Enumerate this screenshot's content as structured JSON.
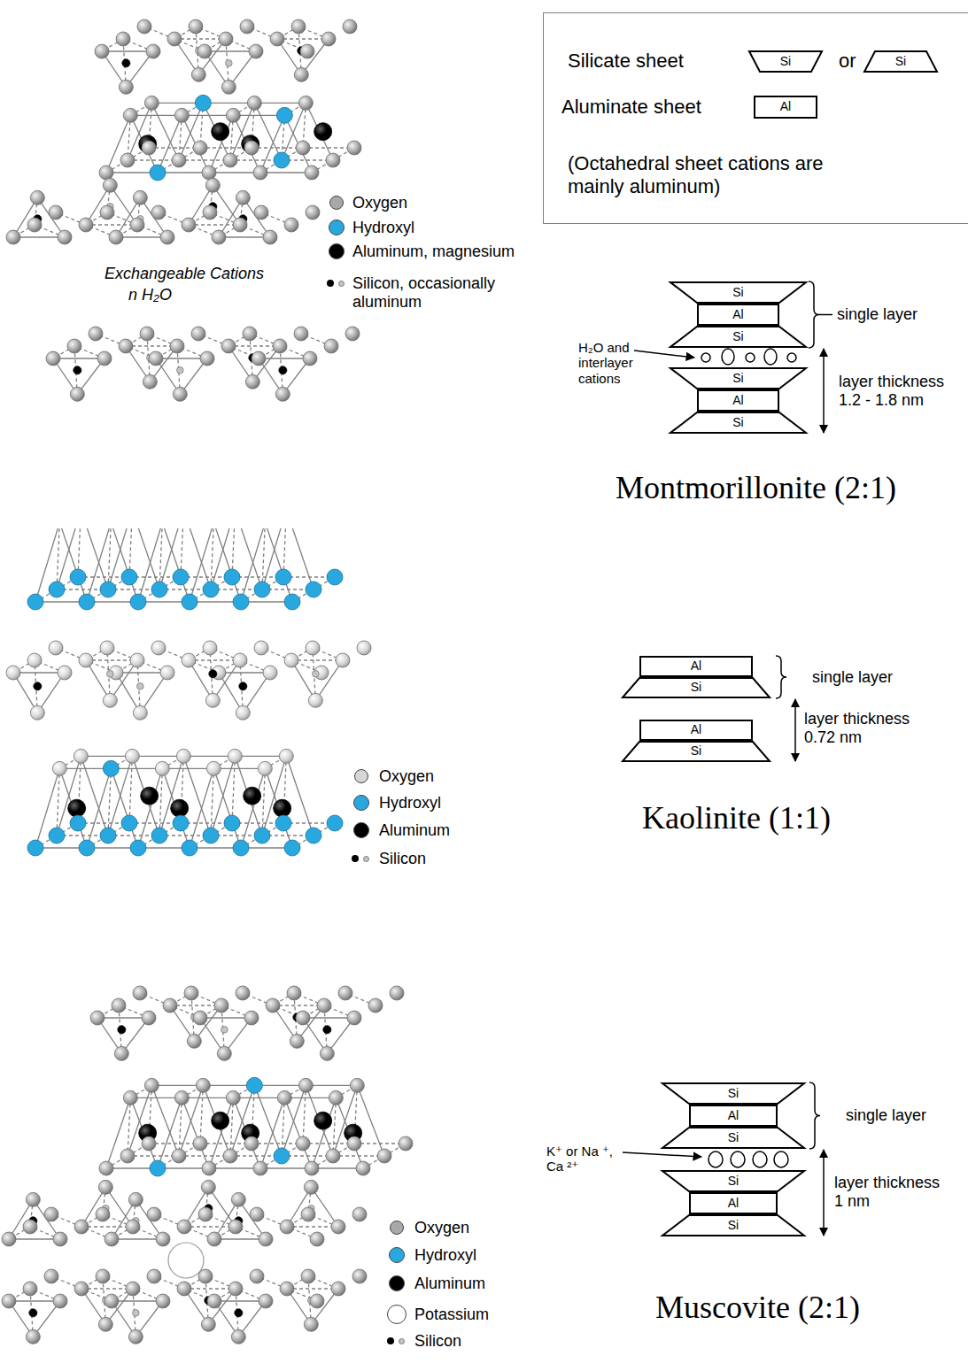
{
  "diagram": {
    "nodes": [
      {
        "text": [
          "Silicate sheet",
          "or",
          "Aluminate sheet",
          "(Octahedral sheet cations are mainly aluminum)"
        ]
      },
      {
        "text": [
          "Si"
        ],
        "in": 0
      },
      {
        "text": [
          "Si"
        ],
        "in": 0
      },
      {
        "text": [
          "Al"
        ],
        "in": 0
      },
      {
        "text": [
          "Si"
        ]
      },
      {
        "text": [
          "Al"
        ]
      },
      {
        "text": [
          "Si"
        ]
      },
      {
        "text": [
          "Si"
        ]
      },
      {
        "text": [
          "Al"
        ]
      },
      {
        "text": [
          "Si"
        ]
      },
      {
        "text": [
          "Al"
        ]
      },
      {
        "text": [
          "Si"
        ]
      },
      {
        "text": [
          "Al"
        ]
      },
      {
        "text": [
          "Si"
        ]
      },
      {
        "text": [
          "Si"
        ]
      },
      {
        "text": [
          "Al"
        ]
      },
      {
        "text": [
          "Si"
        ]
      },
      {
        "text": [
          "Si"
        ]
      },
      {
        "text": [
          "Al"
        ]
      },
      {
        "text": [
          "Si"
        ]
      }
    ],
    "labels": [
      "Exchangeable Cations",
      "n H₂O",
      "single layer",
      "H₂O and interlayer cations",
      "layer thickness 1.2 - 1.8 nm",
      "Montmorillonite (2:1)",
      "single layer",
      "layer thickness 0.72 nm",
      "Kaolinite (1:1)",
      "single layer",
      "K⁺ or Na ⁺, Ca ²⁺",
      "layer thickness 1 nm",
      "Muscovite (2:1)"
    ],
    "legend": [
      {
        "text": "Oxygen",
        "color": "#a8a8a8"
      },
      {
        "text": "Hydroxyl",
        "color": "#29a8e0"
      },
      {
        "text": "Aluminum, magnesium",
        "color": "#000000"
      },
      {
        "text": "Silicon, occasionally aluminum"
      },
      {
        "text": "Oxygen",
        "color": "#d6d6d6"
      },
      {
        "text": "Hydroxyl",
        "color": "#29a8e0"
      },
      {
        "text": "Aluminum",
        "color": "#000000"
      },
      {
        "text": "Silicon"
      },
      {
        "text": "Oxygen",
        "color": "#a8a8a8"
      },
      {
        "text": "Hydroxyl",
        "color": "#29a8e0"
      },
      {
        "text": "Aluminum",
        "color": "#000000"
      },
      {
        "text": "Potassium",
        "color": "#ffffff"
      },
      {
        "text": "Silicon"
      }
    ]
  }
}
